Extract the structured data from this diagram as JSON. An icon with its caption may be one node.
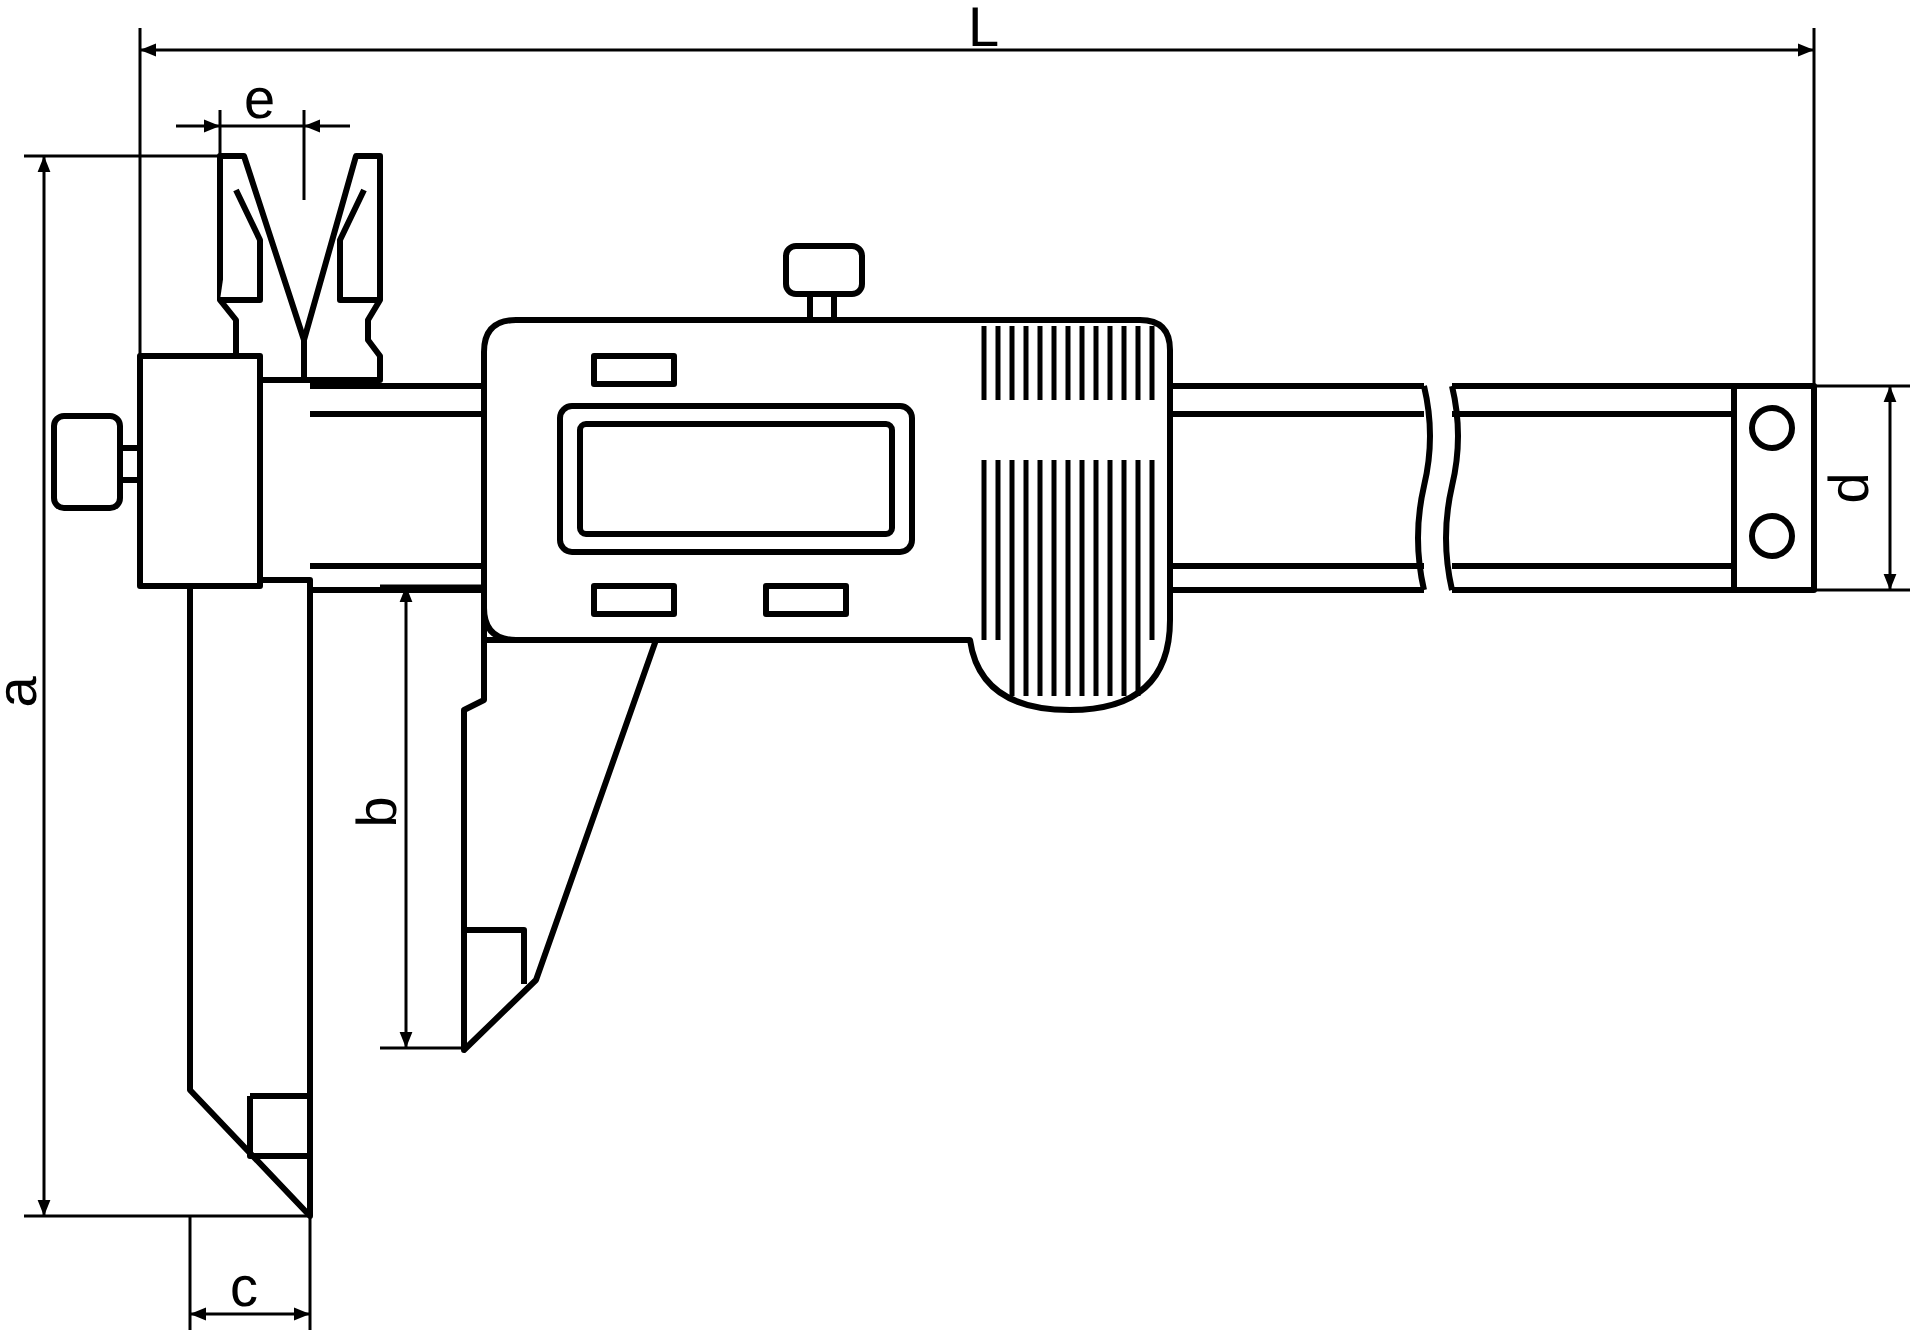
{
  "diagram": {
    "labels": [
      "L",
      "e",
      "d",
      "a",
      "b",
      "c"
    ]
  }
}
